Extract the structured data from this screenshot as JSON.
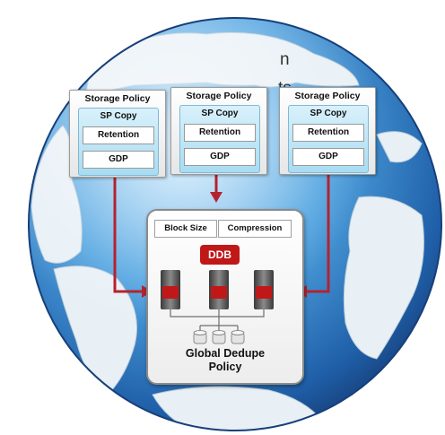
{
  "corner_text": {
    "line1": "n",
    "line2": "ts"
  },
  "storage_policies": [
    {
      "title": "Storage Policy",
      "sp_copy": "SP Copy",
      "retention": "Retention",
      "gdp": "GDP"
    },
    {
      "title": "Storage Policy",
      "sp_copy": "SP Copy",
      "retention": "Retention",
      "gdp": "GDP"
    },
    {
      "title": "Storage Policy",
      "sp_copy": "SP Copy",
      "retention": "Retention",
      "gdp": "GDP"
    }
  ],
  "global_dedupe": {
    "block_size": "Block Size",
    "compression": "Compression",
    "ddb": "DDB",
    "title_line1": "Global Dedupe",
    "title_line2": "Policy"
  },
  "colors": {
    "arrow": "#b5222f",
    "ddb": "#c01818",
    "globe_ocean": "#3f8fd2",
    "land": "#e6eef4"
  }
}
